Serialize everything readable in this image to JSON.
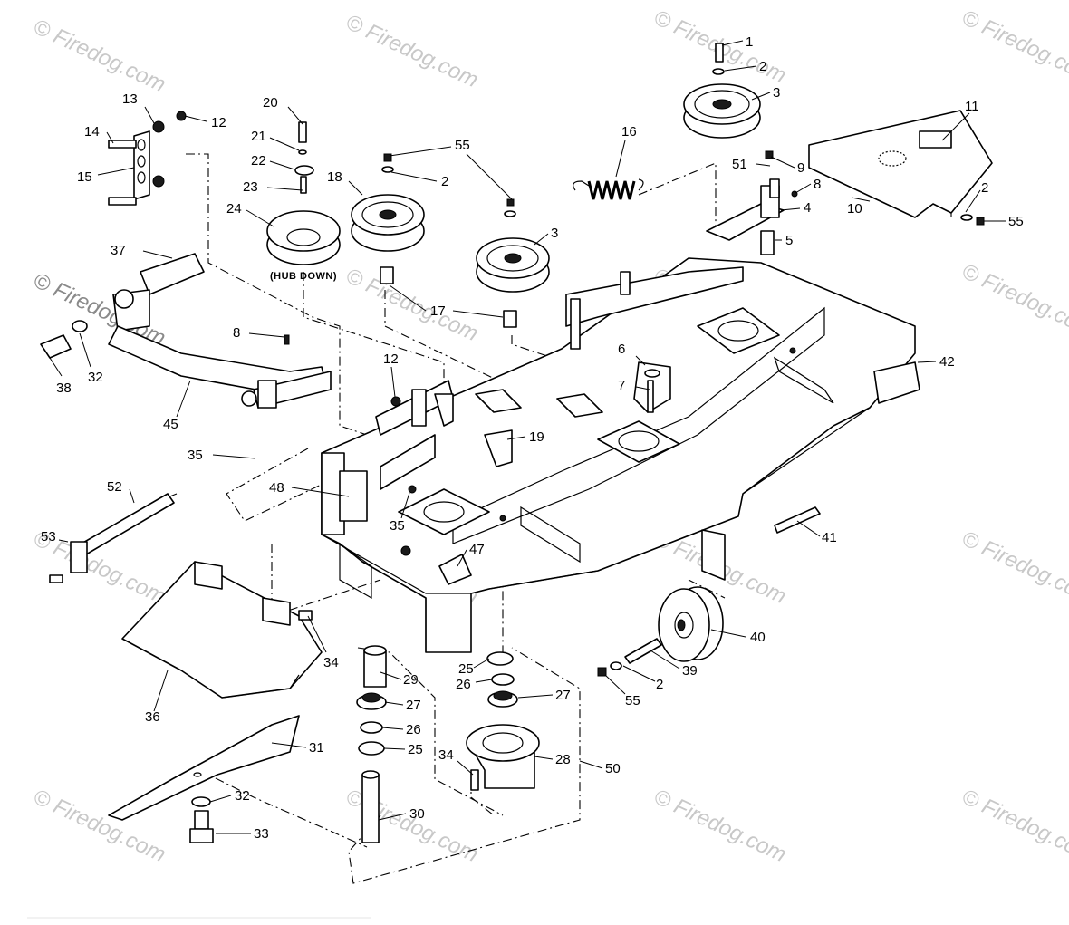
{
  "watermark": {
    "text": "© Firedog.com",
    "color": "#c8c8c8"
  },
  "note_hub_down": "(HUB DOWN)",
  "callouts": [
    {
      "id": "1",
      "label": "1"
    },
    {
      "id": "2a",
      "label": "2"
    },
    {
      "id": "3a",
      "label": "3"
    },
    {
      "id": "11",
      "label": "11"
    },
    {
      "id": "16",
      "label": "16"
    },
    {
      "id": "55a",
      "label": "55"
    },
    {
      "id": "20",
      "label": "20"
    },
    {
      "id": "13",
      "label": "13"
    },
    {
      "id": "12a",
      "label": "12"
    },
    {
      "id": "14",
      "label": "14"
    },
    {
      "id": "21",
      "label": "21"
    },
    {
      "id": "22",
      "label": "22"
    },
    {
      "id": "15",
      "label": "15"
    },
    {
      "id": "23",
      "label": "23"
    },
    {
      "id": "18",
      "label": "18"
    },
    {
      "id": "2b",
      "label": "2"
    },
    {
      "id": "24",
      "label": "24"
    },
    {
      "id": "3b",
      "label": "3"
    },
    {
      "id": "51",
      "label": "51"
    },
    {
      "id": "9",
      "label": "9"
    },
    {
      "id": "8a",
      "label": "8"
    },
    {
      "id": "2c",
      "label": "2"
    },
    {
      "id": "4",
      "label": "4"
    },
    {
      "id": "10",
      "label": "10"
    },
    {
      "id": "55b",
      "label": "55"
    },
    {
      "id": "5",
      "label": "5"
    },
    {
      "id": "37",
      "label": "37"
    },
    {
      "id": "17",
      "label": "17"
    },
    {
      "id": "8b",
      "label": "8"
    },
    {
      "id": "6",
      "label": "6"
    },
    {
      "id": "7",
      "label": "7"
    },
    {
      "id": "42",
      "label": "42"
    },
    {
      "id": "38",
      "label": "38"
    },
    {
      "id": "32a",
      "label": "32"
    },
    {
      "id": "12b",
      "label": "12"
    },
    {
      "id": "45",
      "label": "45"
    },
    {
      "id": "19",
      "label": "19"
    },
    {
      "id": "35a",
      "label": "35"
    },
    {
      "id": "52",
      "label": "52"
    },
    {
      "id": "48",
      "label": "48"
    },
    {
      "id": "35b",
      "label": "35"
    },
    {
      "id": "41",
      "label": "41"
    },
    {
      "id": "53",
      "label": "53"
    },
    {
      "id": "47",
      "label": "47"
    },
    {
      "id": "34a",
      "label": "34"
    },
    {
      "id": "40",
      "label": "40"
    },
    {
      "id": "29",
      "label": "29"
    },
    {
      "id": "25a",
      "label": "25"
    },
    {
      "id": "26a",
      "label": "26"
    },
    {
      "id": "27a",
      "label": "27"
    },
    {
      "id": "27b",
      "label": "27"
    },
    {
      "id": "39",
      "label": "39"
    },
    {
      "id": "2d",
      "label": "2"
    },
    {
      "id": "55c",
      "label": "55"
    },
    {
      "id": "36",
      "label": "36"
    },
    {
      "id": "26b",
      "label": "26"
    },
    {
      "id": "25b",
      "label": "25"
    },
    {
      "id": "31",
      "label": "31"
    },
    {
      "id": "28",
      "label": "28"
    },
    {
      "id": "34b",
      "label": "34"
    },
    {
      "id": "50",
      "label": "50"
    },
    {
      "id": "32b",
      "label": "32"
    },
    {
      "id": "30",
      "label": "30"
    },
    {
      "id": "33",
      "label": "33"
    }
  ]
}
